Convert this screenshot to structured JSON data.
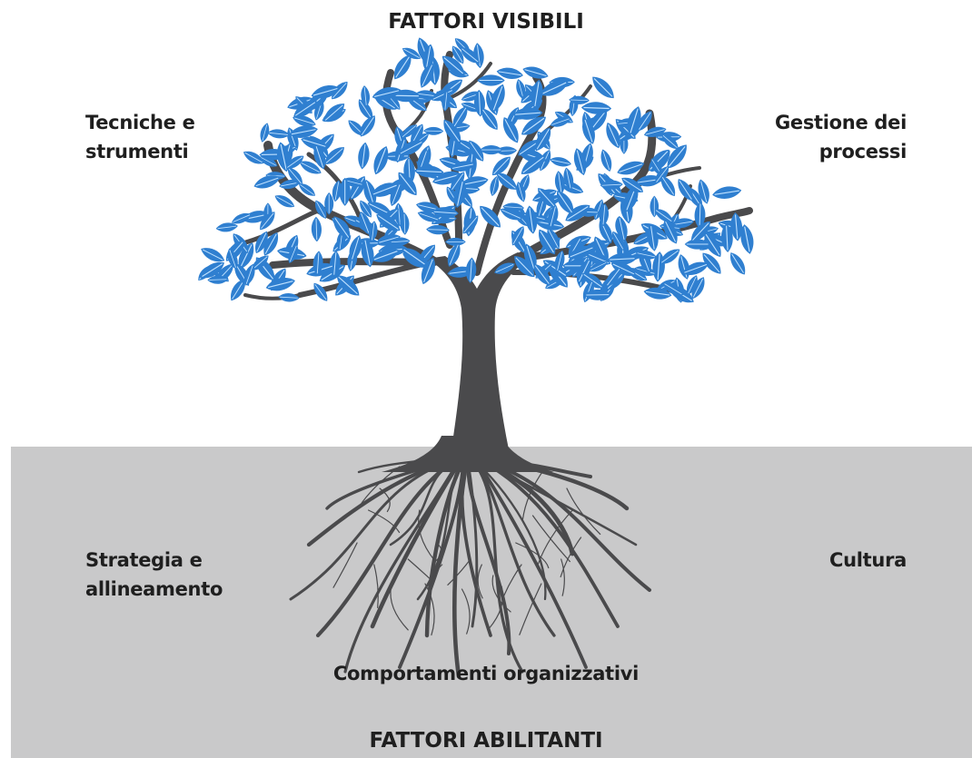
{
  "labels": {
    "top_title": "FATTORI VISIBILI",
    "bottom_title": "FATTORI ABILITANTI",
    "top_left": [
      "Tecniche e",
      "strumenti"
    ],
    "top_right": [
      "Gestione dei",
      "processi"
    ],
    "bottom_left": [
      "Strategia e",
      "allineamento"
    ],
    "bottom_right": [
      "Cultura"
    ],
    "bottom_center": "Comportamenti organizzativi"
  },
  "colors": {
    "leaf": "#2f7fd0",
    "leaf_vein": "#bfe1ff",
    "trunk": "#4a4a4c",
    "ground": "#c9c9ca",
    "text": "#1f1f1f"
  }
}
